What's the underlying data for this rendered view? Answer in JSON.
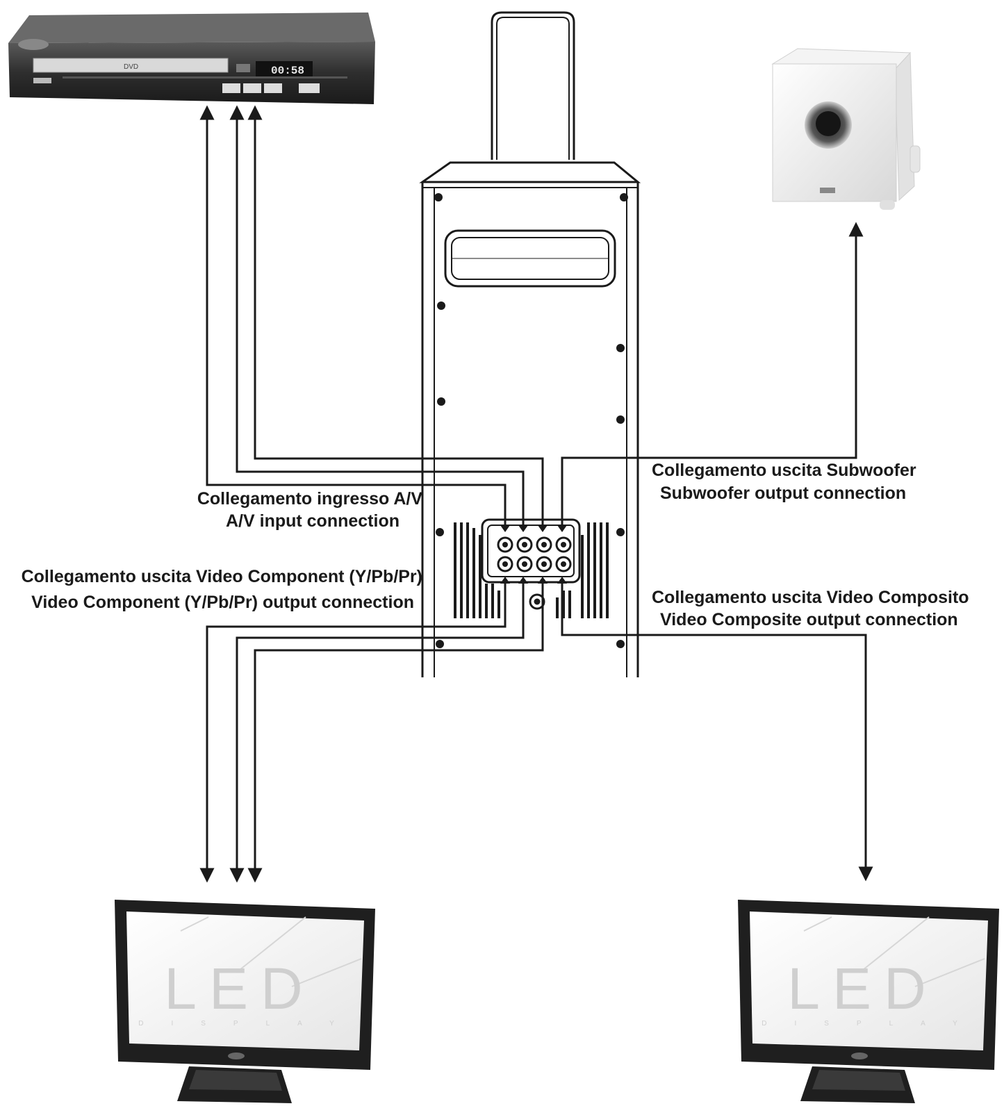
{
  "labels": {
    "av_input_it": "Collegamento ingresso A/V",
    "av_input_en": "A/V input connection",
    "subwoofer_it": "Collegamento uscita Subwoofer",
    "subwoofer_en": "Subwoofer output connection",
    "component_it": "Collegamento uscita Video Component (Y/Pb/Pr)",
    "component_en": "Video Component (Y/Pb/Pr) output connection",
    "composite_it": "Collegamento uscita Video Composito",
    "composite_en": "Video Composite output connection"
  },
  "dvd_player": {
    "screen_label": "DVD",
    "display_text": "00:58"
  },
  "tv_screen": {
    "logo": "LED",
    "subtitle": "DISPLAY"
  },
  "colors": {
    "line": "#1a1a1a",
    "device_dark": "#2b2b2b",
    "background": "#ffffff"
  },
  "icons": {
    "dvd_player": "dvd-player-icon",
    "subwoofer": "subwoofer-icon",
    "speaker_tower": "speaker-tower-icon",
    "tv": "led-tv-icon"
  }
}
